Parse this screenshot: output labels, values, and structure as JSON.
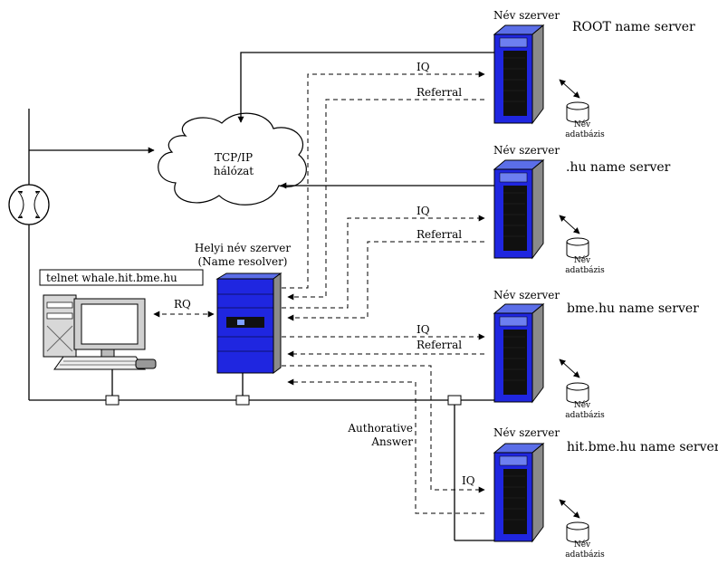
{
  "network": {
    "label_line1": "TCP/IP",
    "label_line2": "hálózat"
  },
  "client": {
    "command": "telnet whale.hit.bme.hu",
    "rq_label": "RQ"
  },
  "local_server": {
    "label_line1": "Helyi név szerver",
    "label_line2": "(Name resolver)"
  },
  "servers": [
    {
      "role": "Név szerver",
      "name": "ROOT name server",
      "db_line1": "Név",
      "db_line2": "adatbázis",
      "iq": "IQ",
      "reply": "Referral"
    },
    {
      "role": "Név szerver",
      "name": ".hu name server",
      "db_line1": "Név",
      "db_line2": "adatbázis",
      "iq": "IQ",
      "reply": "Referral"
    },
    {
      "role": "Név szerver",
      "name": "bme.hu name server",
      "db_line1": "Név",
      "db_line2": "adatbázis",
      "iq": "IQ",
      "reply": "Referral"
    },
    {
      "role": "Név szerver",
      "name": "hit.bme.hu name server",
      "db_line1": "Név",
      "db_line2": "adatbázis",
      "iq": "IQ",
      "reply_line1": "Authorative",
      "reply_line2": "Answer"
    }
  ],
  "colors": {
    "server_blue": "#1f26e0",
    "server_dark": "#101010",
    "server_top": "#5b6ee8",
    "line": "#000000"
  }
}
